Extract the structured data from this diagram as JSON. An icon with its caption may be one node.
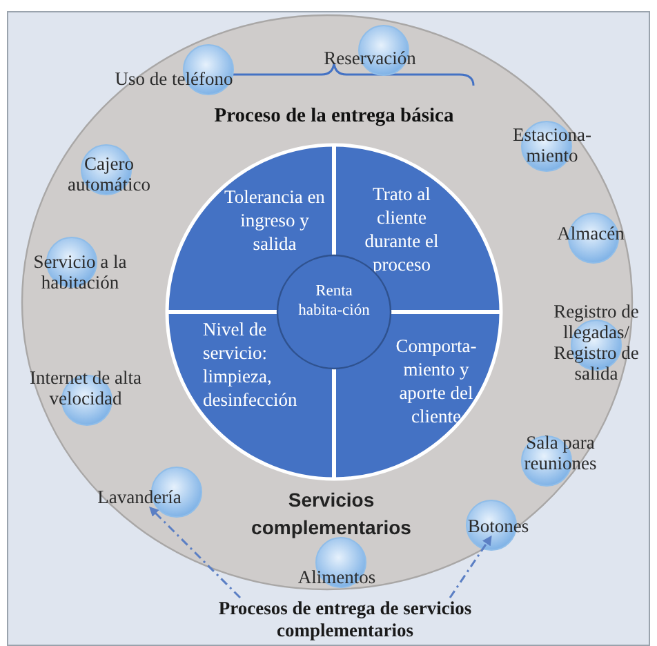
{
  "diagram": {
    "nodes": [
      {
        "text": [
          "Servicios complementarios"
        ]
      },
      {
        "text": [
          "Proceso de la entrega básica"
        ],
        "in": 0
      },
      {
        "text": [
          "Tolerancia en ingreso y salida"
        ],
        "in": 1
      },
      {
        "text": [
          "Trato al cliente durante el proceso"
        ],
        "in": 1
      },
      {
        "text": [
          "Nivel de servicio: limpieza, desinfección"
        ],
        "in": 1
      },
      {
        "text": [
          "Comporta-miento y aporte del cliente"
        ],
        "in": 1
      },
      {
        "text": [
          "Renta habita-ción"
        ],
        "in": 1
      },
      {
        "text": [
          "Reservación"
        ],
        "in": 0
      },
      {
        "text": [
          "Uso de teléfono"
        ],
        "in": 0
      },
      {
        "text": [
          "Estaciona-miento"
        ],
        "in": 0
      },
      {
        "text": [
          "Cajero automático"
        ],
        "in": 0
      },
      {
        "text": [
          "Almacén"
        ],
        "in": 0
      },
      {
        "text": [
          "Servicio a la habitación"
        ],
        "in": 0
      },
      {
        "text": [
          "Registro de llegadas/ Registro de salida"
        ],
        "in": 0
      },
      {
        "text": [
          "Internet de alta velocidad"
        ],
        "in": 0
      },
      {
        "text": [
          "Sala para reuniones"
        ],
        "in": 0
      },
      {
        "text": [
          "Lavandería"
        ],
        "in": 0
      },
      {
        "text": [
          "Botones"
        ],
        "in": 0
      },
      {
        "text": [
          "Alimentos"
        ],
        "in": 0
      },
      {
        "text": [
          "Procesos de entrega de servicios complementarios"
        ]
      }
    ],
    "edges": [
      {
        "from": 19,
        "to": 16,
        "arrow": "to",
        "style": "dashed"
      },
      {
        "from": 19,
        "to": 17,
        "arrow": "to",
        "style": "dashed"
      }
    ]
  }
}
